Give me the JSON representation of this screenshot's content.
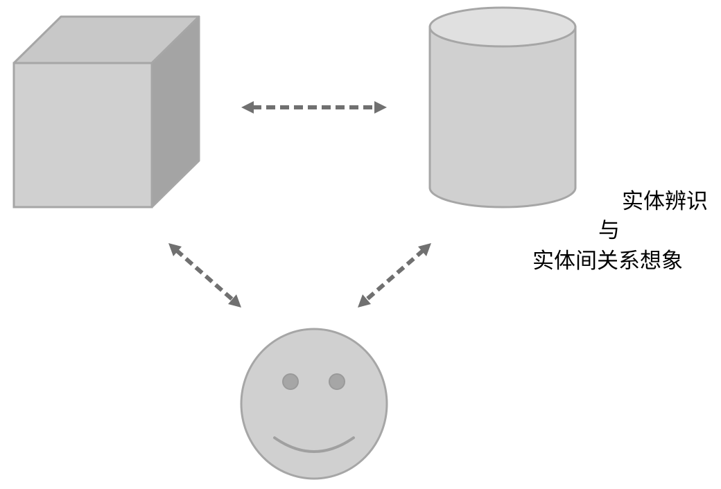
{
  "caption": {
    "line1": "实体辨识",
    "line2": "与",
    "line3": "实体间关系想象"
  },
  "colors": {
    "shape_fill": "#d0d0d0",
    "shape_stroke": "#a6a6a6",
    "cube_top": "#c8c8c8",
    "cube_side": "#a4a4a4",
    "cylinder_top": "#e0e0e0",
    "arrow": "#707070",
    "face_eyes": "#a6a6a6"
  },
  "nodes": [
    {
      "name": "entity-cube",
      "shape": "cube"
    },
    {
      "name": "entity-cylinder",
      "shape": "cylinder"
    },
    {
      "name": "person-smiley",
      "shape": "smiley-face"
    }
  ],
  "edges": [
    {
      "from": "entity-cube",
      "to": "entity-cylinder",
      "style": "dashed",
      "direction": "both"
    },
    {
      "from": "entity-cube",
      "to": "person-smiley",
      "style": "dashed",
      "direction": "both"
    },
    {
      "from": "entity-cylinder",
      "to": "person-smiley",
      "style": "dashed",
      "direction": "both"
    }
  ]
}
